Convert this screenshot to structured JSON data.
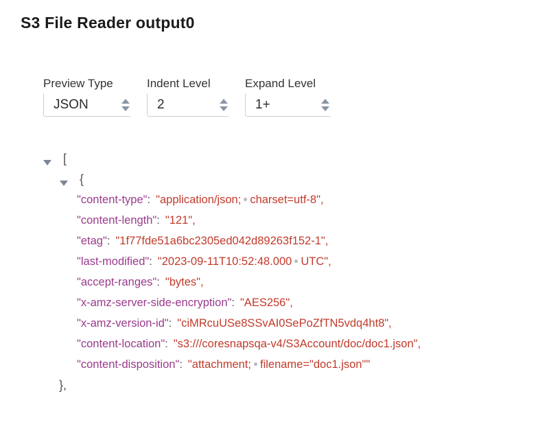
{
  "title": "S3 File Reader output0",
  "controls": [
    {
      "label": "Preview Type",
      "value": "JSON"
    },
    {
      "label": "Indent Level",
      "value": "2"
    },
    {
      "label": "Expand Level",
      "value": "1+"
    }
  ],
  "tree": {
    "open_array": "[",
    "open_object": "{",
    "close_object": "},",
    "entries": [
      {
        "key": "\"content-type\"",
        "value_parts": [
          "\"application/json;",
          "charset=utf-8\","
        ]
      },
      {
        "key": "\"content-length\"",
        "value_parts": [
          "\"121\","
        ]
      },
      {
        "key": "\"etag\"",
        "value_parts": [
          "\"1f77fde51a6bc2305ed042d89263f152-1\","
        ]
      },
      {
        "key": "\"last-modified\"",
        "value_parts": [
          "\"2023-09-11T10:52:48.000",
          "UTC\","
        ]
      },
      {
        "key": "\"accept-ranges\"",
        "value_parts": [
          "\"bytes\","
        ]
      },
      {
        "key": "\"x-amz-server-side-encryption\"",
        "value_parts": [
          "\"AES256\","
        ]
      },
      {
        "key": "\"x-amz-version-id\"",
        "value_parts": [
          "\"ciMRcuUSe8SSvAI0SePoZfTN5vdq4ht8\","
        ]
      },
      {
        "key": "\"content-location\"",
        "value_parts": [
          "\"s3:///coresnapsqa-v4/S3Account/doc/doc1.json\","
        ]
      },
      {
        "key": "\"content-disposition\"",
        "value_parts": [
          "\"attachment;",
          "filename=\"doc1.json\"\""
        ]
      }
    ],
    "separator": ":"
  },
  "colors": {
    "key": "#9a3a8c",
    "value": "#c23a2b",
    "caret": "#7b8794"
  }
}
